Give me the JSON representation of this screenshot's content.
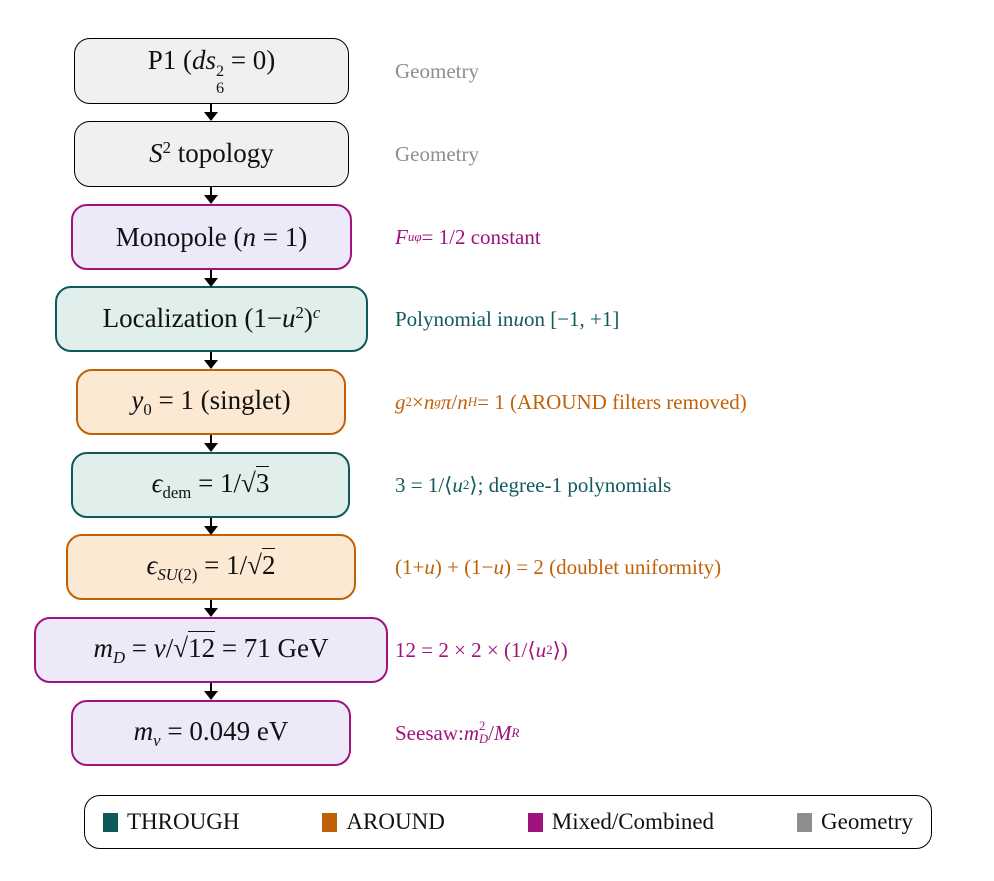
{
  "palette": {
    "through_teal": "#0e5959",
    "through_fill": "#e0eeec",
    "around_orange": "#c06108",
    "around_fill": "#fce9d4",
    "mixed_magenta": "#a0127e",
    "mixed_fill": "#ece9f9",
    "geometry_gray": "#8e8e8e",
    "geometry_fill": "#f0f0f0",
    "outline_black": "#000000"
  },
  "flow": {
    "nodes": [
      {
        "label": "P1 (*ds*@6,2@ = 0)",
        "annotation": "Geometry",
        "category": "Geometry"
      },
      {
        "label": "*S*^2^ topology",
        "annotation": "Geometry",
        "category": "Geometry"
      },
      {
        "label": "Monopole (*n* = 1)",
        "annotation": "*F*~*uφ*~ = 1/2 constant",
        "category": "Mixed/Combined"
      },
      {
        "label": "Localization (1−*u*^2^)^*c*^",
        "annotation": "Polynomial in *u* on [−1, +1]",
        "category": "THROUGH"
      },
      {
        "label": "*y*~0~ = 1 (singlet)",
        "annotation": "*g*^2^ × *n*~*g*~*π*/*n*~*H*~ = 1 (AROUND filters removed)",
        "category": "AROUND"
      },
      {
        "label": "*ϵ*~dem~ = 1/√#3#",
        "annotation": "3 = 1/⟨*u*^2^⟩; degree-1 polynomials",
        "category": "THROUGH"
      },
      {
        "label": "*ϵ*~*SU*(2)~ = 1/√#2#",
        "annotation": "(1+*u*) + (1−*u*) = 2 (doublet uniformity)",
        "category": "AROUND"
      },
      {
        "label": "*m*~*D*~ = *v*/√#12# = 71 GeV",
        "annotation": "12 = 2 × 2 × (1/⟨*u*^2^⟩)",
        "category": "Mixed/Combined"
      },
      {
        "label": "*m*~*ν*~ = 0.049 eV",
        "annotation": "Seesaw: *m*@*D*,2@/*M*~*R*~",
        "category": "Mixed/Combined"
      }
    ]
  },
  "legend": {
    "items": [
      {
        "label": "THROUGH",
        "color": "#0e5959"
      },
      {
        "label": "AROUND",
        "color": "#c06108"
      },
      {
        "label": "Mixed/Combined",
        "color": "#a0127e"
      },
      {
        "label": "Geometry",
        "color": "#8e8e8e"
      }
    ]
  }
}
